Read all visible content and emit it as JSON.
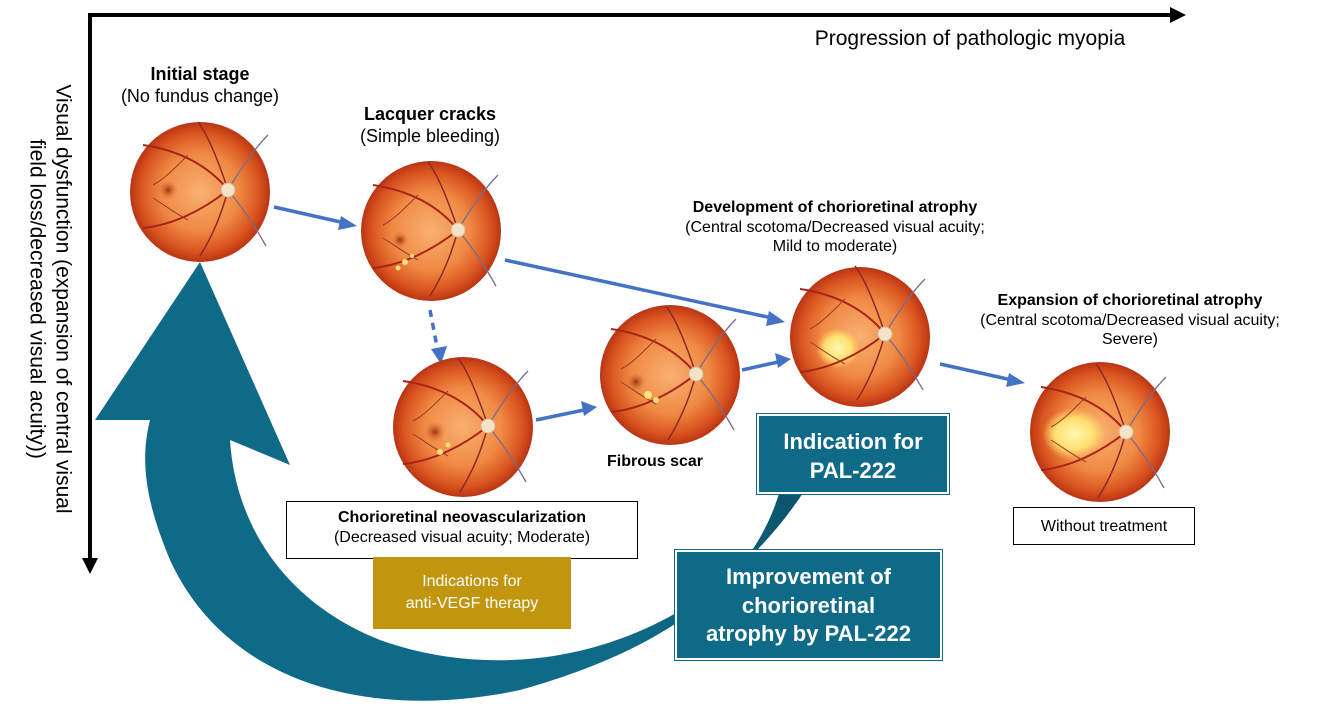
{
  "axes": {
    "x_label": "Progression of pathologic myopia",
    "y_label": "Visual dysfunction (expansion of central visual field loss/decreased visual acuity))"
  },
  "stages": {
    "initial": {
      "title": "Initial stage",
      "subtitle": "(No fundus change)"
    },
    "lacquer": {
      "title": "Lacquer cracks",
      "subtitle": "(Simple bleeding)"
    },
    "development": {
      "title": "Development of chorioretinal atrophy",
      "line1": "(Central scotoma/Decreased visual acuity;",
      "line2": "Mild to moderate)"
    },
    "expansion": {
      "title": "Expansion of chorioretinal atrophy",
      "line1": "(Central scotoma/Decreased visual acuity;",
      "line2": "Severe)"
    },
    "fibrous": {
      "title": "Fibrous scar"
    },
    "cnv": {
      "title": "Chorioretinal neovascularization",
      "subtitle": "(Decreased visual acuity; Moderate)"
    }
  },
  "boxes": {
    "without_treatment": "Without treatment",
    "anti_vegf": {
      "line1": "Indications for",
      "line2": "anti-VEGF therapy"
    },
    "indication_pal": {
      "line1": "Indication for",
      "line2": "PAL-222"
    },
    "improvement_pal": {
      "line1": "Improvement of",
      "line2": "chorioretinal",
      "line3": "atrophy by PAL-222"
    }
  },
  "colors": {
    "arrow_blue": "#4472c4",
    "teal": "#0f6a88",
    "teal_dark": "#0d4f66",
    "gold": "#c1950d",
    "fundus_outer": "#c9401b",
    "fundus_inner": "#f6a25c"
  }
}
